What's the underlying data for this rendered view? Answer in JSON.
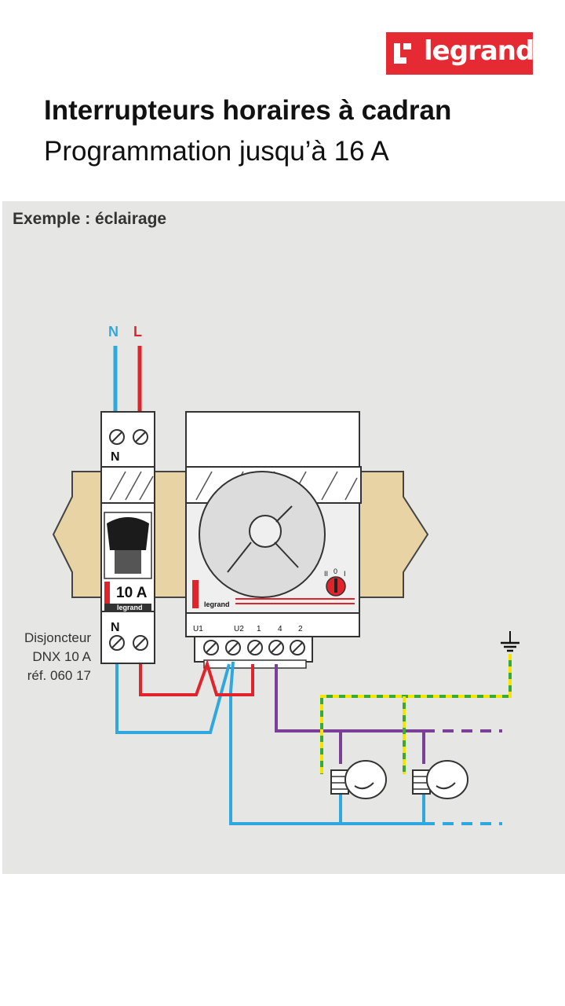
{
  "brand": {
    "name": "legrand"
  },
  "header": {
    "title": "Interrupteurs horaires à cadran",
    "subtitle": "Programmation jusqu’à 16 A"
  },
  "diagram": {
    "example_label": "Exemple : éclairage",
    "wire_labels": {
      "neutral": "N",
      "live": "L"
    },
    "breaker": {
      "neutral_mark": "N",
      "rating": "10 A",
      "caption": [
        "Disjoncteur",
        "DNX 10 A",
        "réf. 060 17"
      ]
    },
    "timer": {
      "terminals": [
        "U1",
        "U2",
        "1",
        "4",
        "2"
      ],
      "selector_marks": [
        "II",
        "0",
        "I"
      ]
    },
    "colors": {
      "brand_red": "#e62a34",
      "neutral_wire": "#2fa8e0",
      "live_wire": "#e0242b",
      "switched_wire": "#7b3f98",
      "earth_green": "#3aa935",
      "earth_yellow": "#f2e500",
      "rail": "#e8d3a4"
    }
  }
}
